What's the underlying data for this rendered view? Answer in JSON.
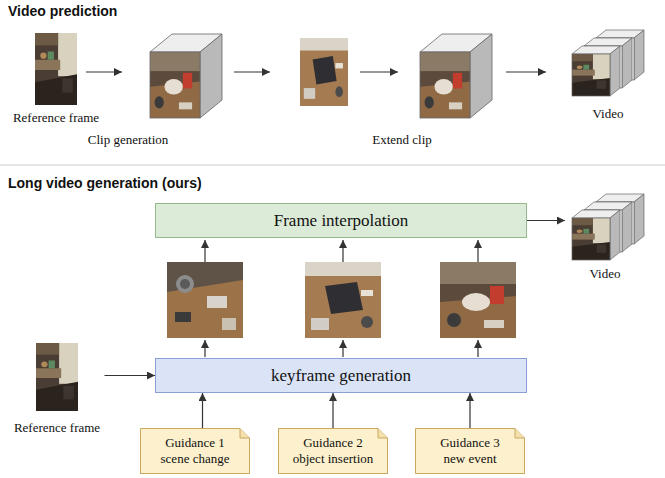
{
  "diagram": {
    "nodes": [
      {
        "text": [
          "Frame interpolation"
        ]
      },
      {
        "text": [
          "Video"
        ]
      },
      {
        "text": [
          "Reference frame"
        ]
      },
      {
        "text": [
          "keyframe generation"
        ]
      },
      {
        "text": [
          "Guidance 1 scene change"
        ]
      },
      {
        "text": [
          "Guidance 2 object insertion"
        ]
      },
      {
        "text": [
          "Guidance 3 new event"
        ]
      }
    ],
    "edges": [
      {
        "from": 0,
        "to": 1,
        "arrow": "to"
      },
      {
        "from": 2,
        "to": 3,
        "arrow": "to"
      },
      {
        "from": 4,
        "to": 3,
        "arrow": "to"
      },
      {
        "from": 5,
        "to": 3,
        "arrow": "to"
      },
      {
        "from": 6,
        "to": 3,
        "arrow": "to"
      }
    ],
    "labels": [
      "Video prediction",
      "Reference frame",
      "Clip generation",
      "Extend clip",
      "Video",
      "Long video generation (ours)"
    ]
  }
}
